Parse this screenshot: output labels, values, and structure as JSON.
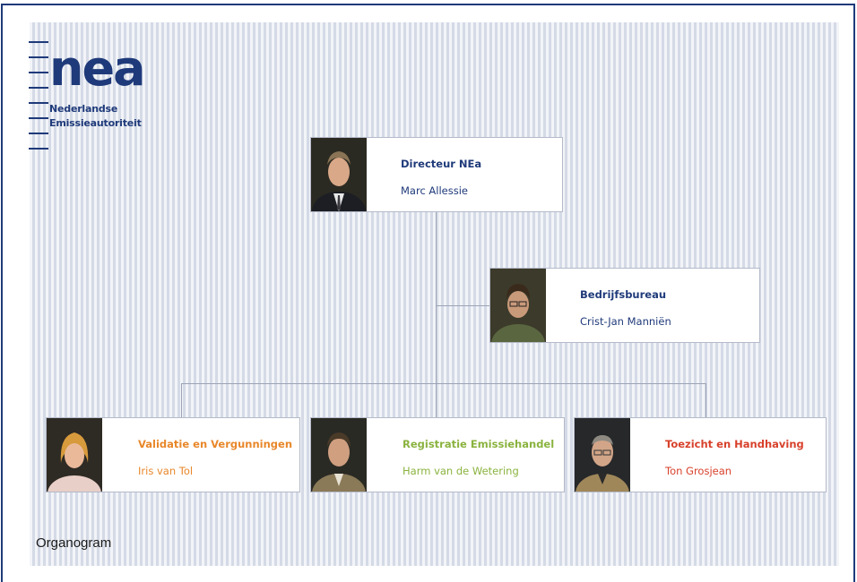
{
  "logo": {
    "word": "nea",
    "line1": "Nederlandse",
    "line2": "Emissieautoriteit"
  },
  "colors": {
    "brand": "#1f3a7a",
    "validatie": "#e8872a",
    "registratie": "#8ab33f",
    "toezicht": "#d8412b"
  },
  "org": {
    "director": {
      "title": "Directeur NEa",
      "name": "Marc Allessie"
    },
    "bureau": {
      "title": "Bedrijfsbureau",
      "name": "Crist-Jan Manniën"
    },
    "validatie": {
      "title": "Validatie en Vergunningen",
      "name": "Iris van Tol"
    },
    "registratie": {
      "title": "Registratie Emissiehandel",
      "name": "Harm van de Wetering"
    },
    "toezicht": {
      "title": "Toezicht en Handhaving",
      "name": "Ton Grosjean"
    }
  },
  "caption": "Organogram"
}
